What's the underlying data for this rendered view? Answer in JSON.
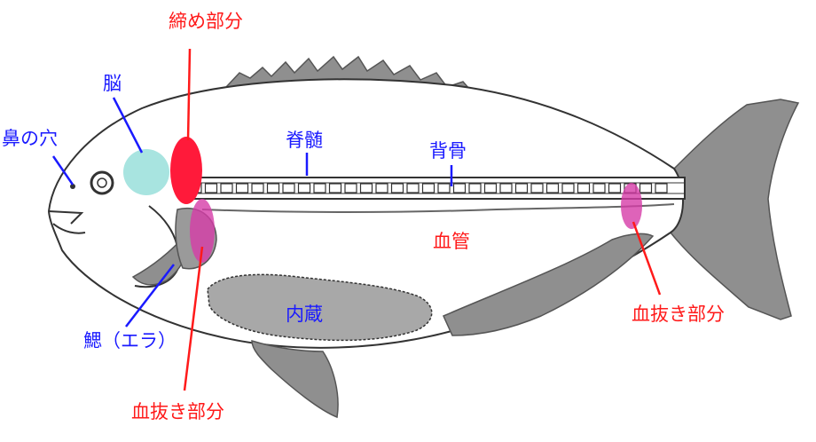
{
  "colors": {
    "blue_label": "#1a1aff",
    "red_label": "#ff1a1a",
    "fin_gray": "#8f8f8f",
    "brain_marker": "#a8e4e0",
    "tie_marker": "#ff1a3a",
    "bleed_marker": "#d63ca8"
  },
  "labels": {
    "tie_point": "締め部分",
    "brain": "脳",
    "nostril": "鼻の穴",
    "spinal_cord": "脊髄",
    "backbone": "背骨",
    "blood_vessel": "血管",
    "bleed_point_tail": "血抜き部分",
    "organs": "内蔵",
    "gills": "鰓（エラ）",
    "bleed_point_gill": "血抜き部分"
  }
}
